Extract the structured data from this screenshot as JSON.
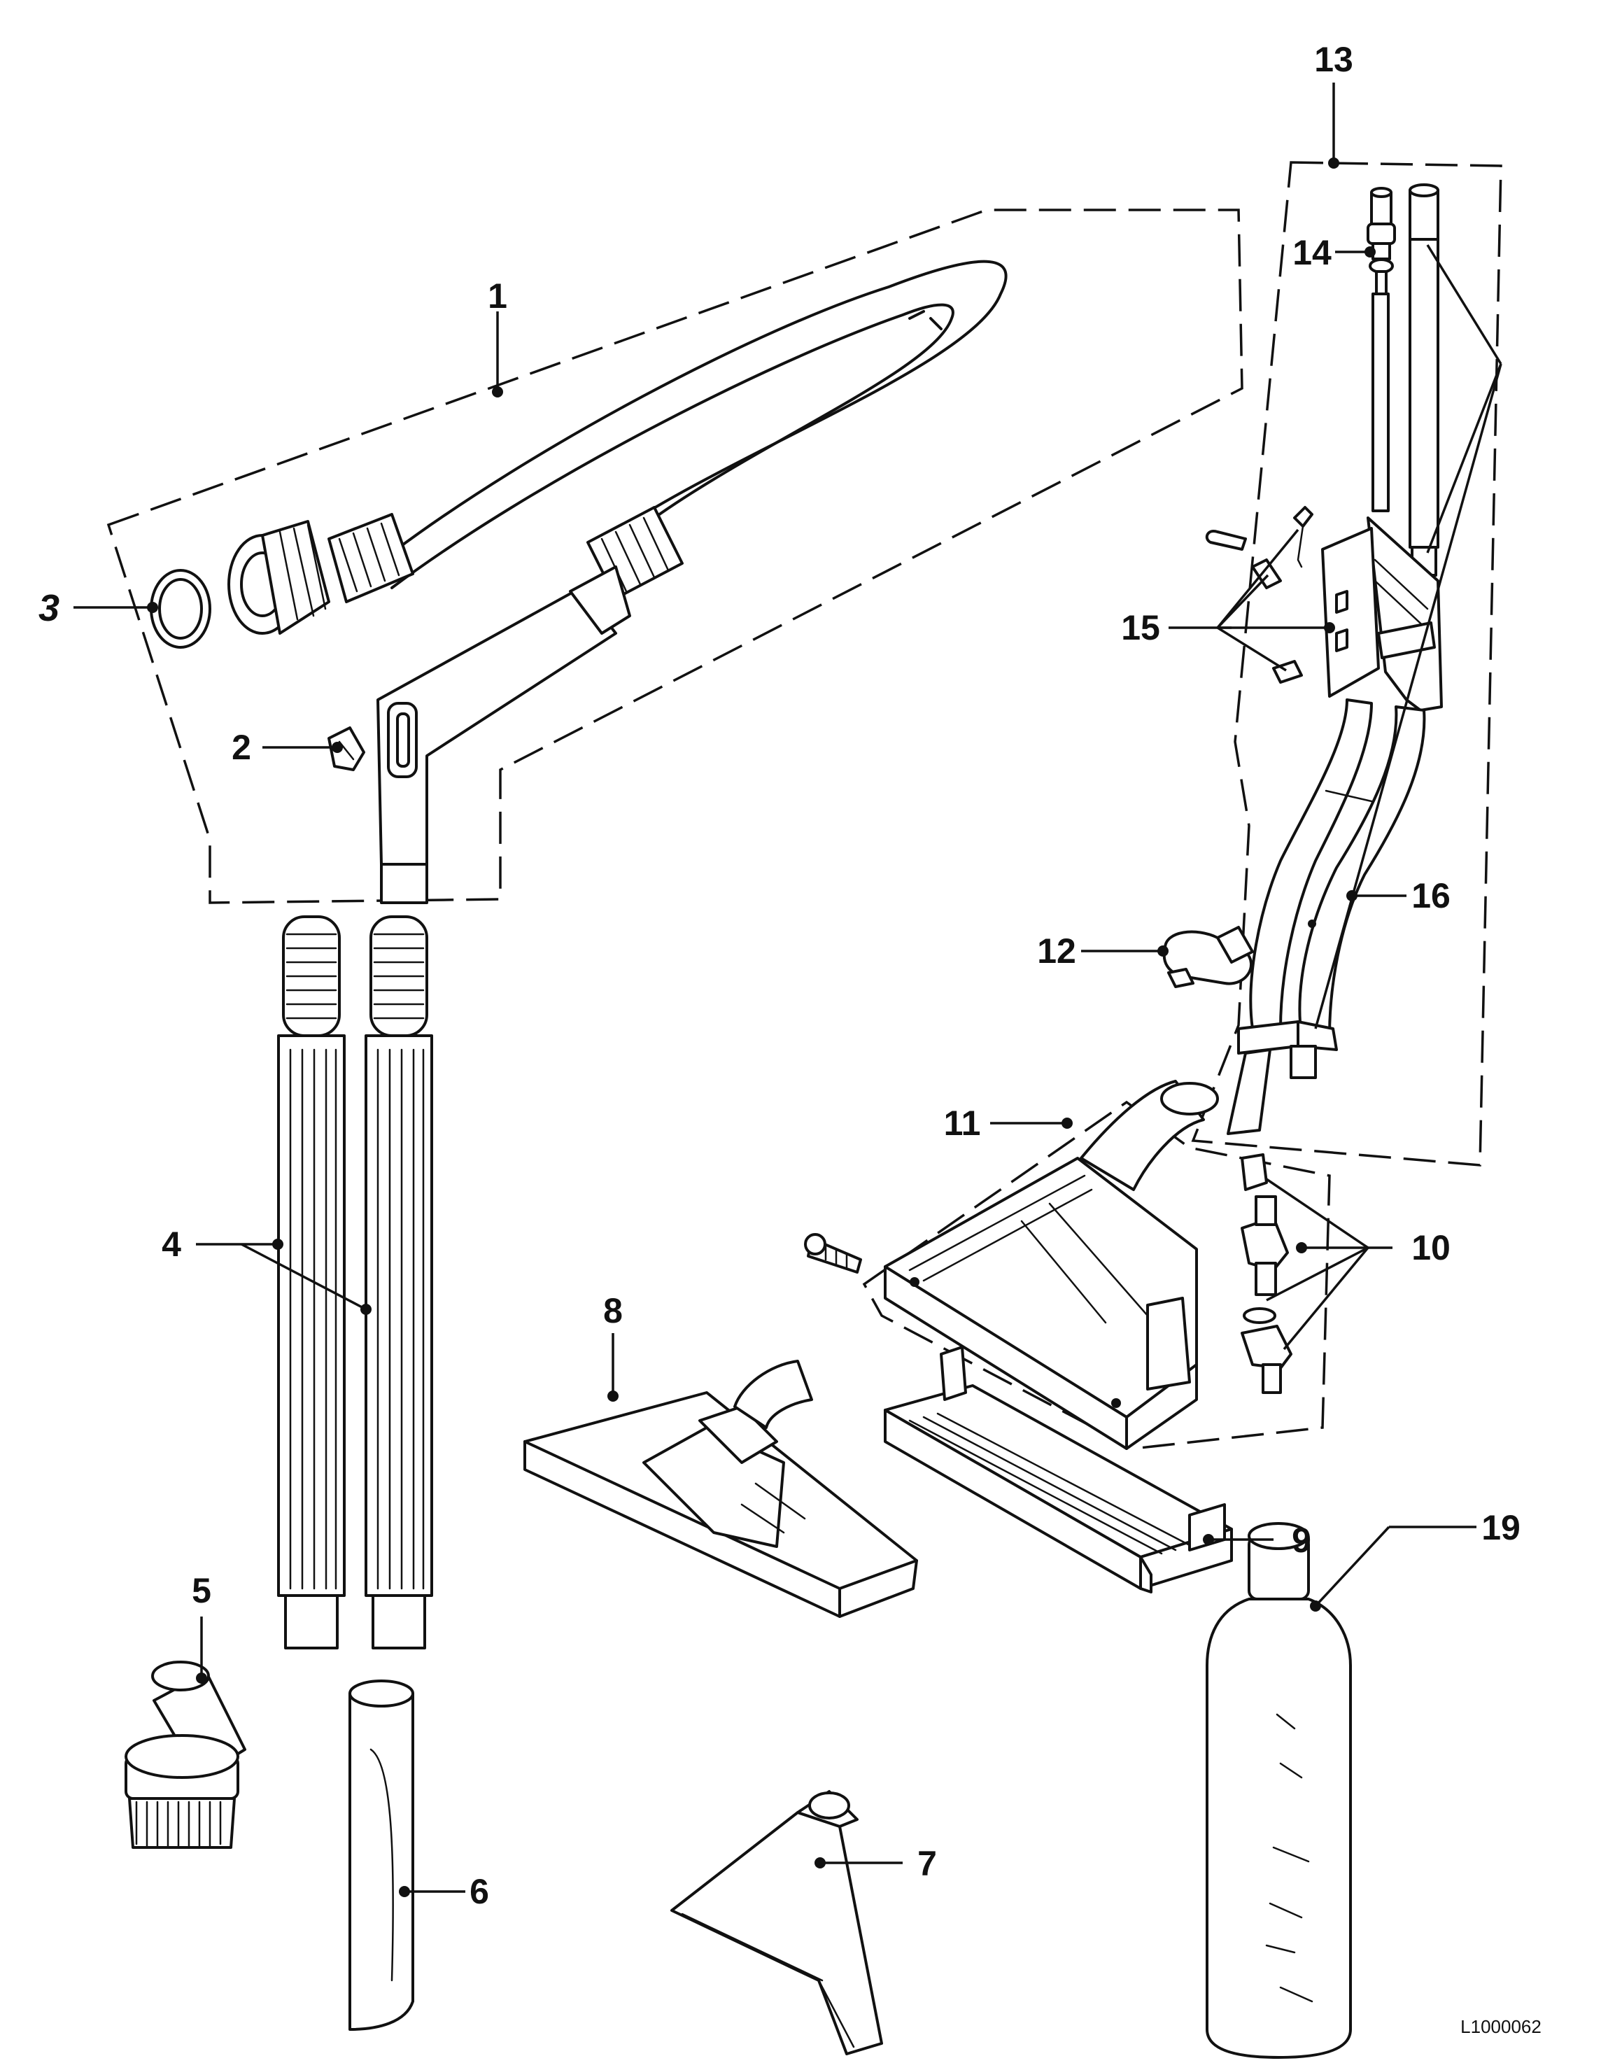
{
  "diagram": {
    "callouts": [
      {
        "id": "1",
        "text": "1"
      },
      {
        "id": "2",
        "text": "2"
      },
      {
        "id": "3",
        "text": "3"
      },
      {
        "id": "4",
        "text": "4"
      },
      {
        "id": "5",
        "text": "5"
      },
      {
        "id": "6",
        "text": "6"
      },
      {
        "id": "7",
        "text": "7"
      },
      {
        "id": "8",
        "text": "8"
      },
      {
        "id": "9",
        "text": "9"
      },
      {
        "id": "10",
        "text": "10"
      },
      {
        "id": "11",
        "text": "11"
      },
      {
        "id": "12",
        "text": "12"
      },
      {
        "id": "13",
        "text": "13"
      },
      {
        "id": "14",
        "text": "14"
      },
      {
        "id": "15",
        "text": "15"
      },
      {
        "id": "16",
        "text": "16"
      },
      {
        "id": "19",
        "text": "19"
      }
    ],
    "reference_code": "L1000062"
  }
}
